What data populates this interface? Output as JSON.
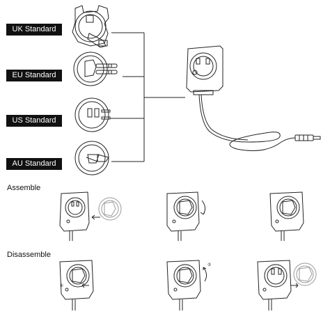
{
  "plugs": [
    {
      "label": "UK Standard"
    },
    {
      "label": "EU Standard"
    },
    {
      "label": "US Standard"
    },
    {
      "label": "AU Standard"
    }
  ],
  "sections": {
    "assemble": "Assemble",
    "disassemble": "Disassemble"
  },
  "step_markers": {
    "one": "①",
    "two": "②"
  },
  "colors": {
    "label_bg": "#111111",
    "label_text": "#ffffff",
    "line": "#222222"
  }
}
